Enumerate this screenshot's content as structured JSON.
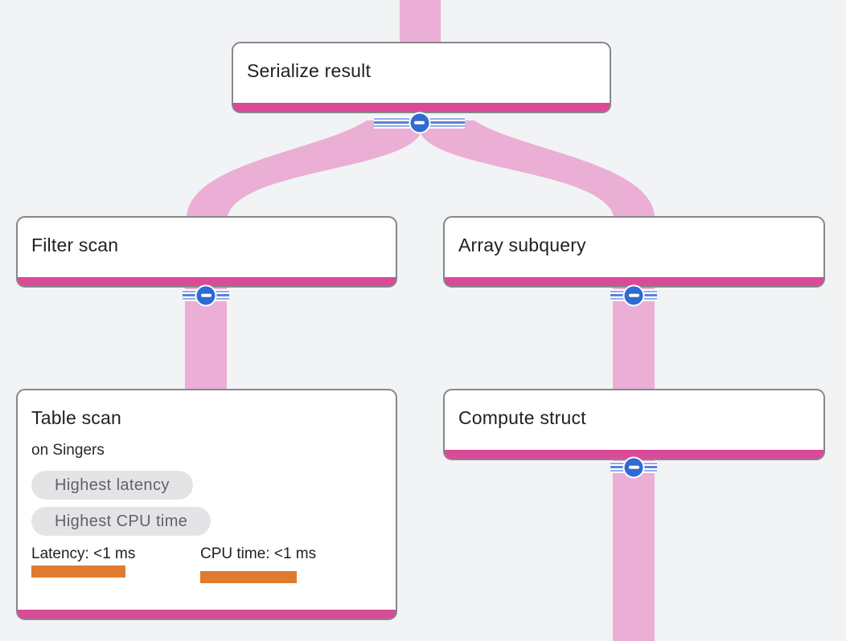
{
  "diagram": {
    "type": "query-execution-plan-graph",
    "background": "#f1f3f4",
    "colors": {
      "flow_ribbon": "#ebaed4",
      "node_accent_bar": "#d94b98",
      "node_border": "#85888c",
      "node_background": "#ffffff",
      "collapse_button_blue": "#2e6bd3",
      "stripe_blue_light": "#93aee6",
      "stripe_blue_dark": "#5b82d9",
      "badge_background": "#e4e4e6",
      "badge_text": "#5f6368",
      "metric_bar_orange": "#de7b2e",
      "title_text": "#202124"
    },
    "nodes": [
      {
        "id": "serialize-result",
        "title": "Serialize result",
        "collapsible": true
      },
      {
        "id": "filter-scan",
        "title": "Filter scan",
        "collapsible": true
      },
      {
        "id": "array-subquery",
        "title": "Array subquery",
        "collapsible": true
      },
      {
        "id": "table-scan",
        "title": "Table scan",
        "subtitle": "on Singers",
        "badges": [
          "Highest latency",
          "Highest CPU time"
        ],
        "metrics": [
          {
            "label": "Latency: <1 ms"
          },
          {
            "label": "CPU time: <1 ms"
          }
        ]
      },
      {
        "id": "compute-struct",
        "title": "Compute struct",
        "collapsible": true
      }
    ],
    "edges": [
      {
        "from": "above-viewport",
        "to": "serialize-result"
      },
      {
        "from": "serialize-result",
        "to": "filter-scan"
      },
      {
        "from": "serialize-result",
        "to": "array-subquery"
      },
      {
        "from": "filter-scan",
        "to": "table-scan"
      },
      {
        "from": "array-subquery",
        "to": "compute-struct"
      },
      {
        "from": "compute-struct",
        "to": "below-viewport"
      }
    ]
  }
}
